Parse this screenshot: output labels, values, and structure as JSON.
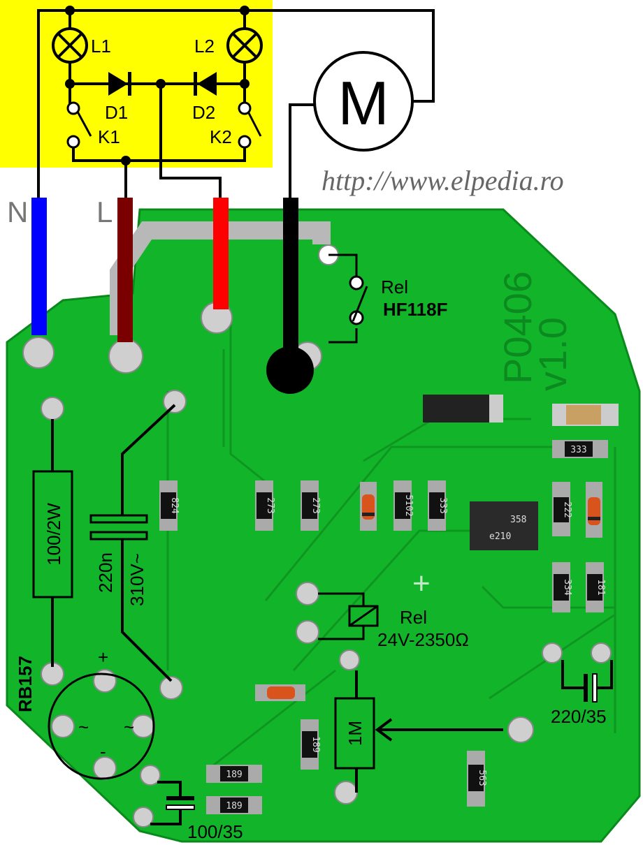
{
  "colors": {
    "highlight": "#ffff00",
    "pcb": "#12b52a",
    "neutral": "#0000ff",
    "live": "#7a0000",
    "lamp_feed": "#ff0000",
    "motor_feed": "#000000"
  },
  "schematic": {
    "lamps": [
      "L1",
      "L2"
    ],
    "diodes": [
      "D1",
      "D2"
    ],
    "switches": [
      "K1",
      "K2"
    ],
    "motor": "M",
    "url": "http://www.elpedia.ro",
    "neutral_label": "N",
    "live_label": "L"
  },
  "board": {
    "name": "P0406",
    "version": "v1.0",
    "relay_contact": {
      "label": "Rel",
      "part": "HF118F"
    },
    "relay_coil": {
      "label": "Rel",
      "spec": "24V-2350Ω"
    },
    "resistor_power": "100/2W",
    "bridge": {
      "part": "RB157",
      "plus": "+",
      "minus": "-",
      "ac1": "~",
      "ac2": "~"
    },
    "capacitor_x": {
      "value": "220n",
      "voltage": "310V~"
    },
    "potentiometer": "1M",
    "cap_1": "220/35",
    "cap_2": "100/35",
    "ic": {
      "line1": "358",
      "line2": "e210"
    },
    "smd_codes": [
      "824",
      "273",
      "273",
      "5102",
      "333",
      "333",
      "222",
      "334",
      "181",
      "189",
      "189",
      "189",
      "563"
    ],
    "plus_mark": "+"
  }
}
